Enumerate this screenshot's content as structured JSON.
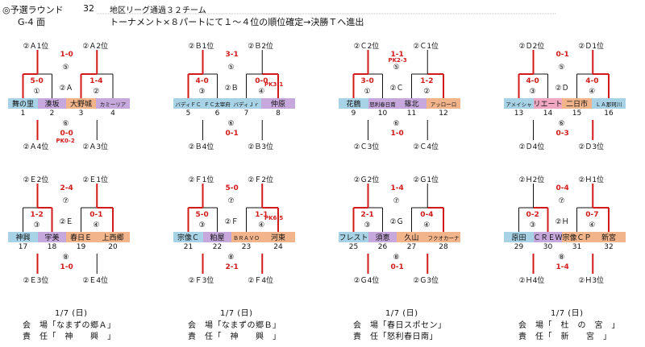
{
  "header": {
    "line1_a": "◎予選ラウンド",
    "line1_b": "32",
    "line1_c": "地区リーグ通過３２チーム",
    "line2_a": "G‑4 面",
    "line2_b": "トーナメント×８パートにて１～４位の順位確定→決勝Ｔへ進出"
  },
  "colors": {
    "line_black": "#111111",
    "line_red": "#d21a1a",
    "cell_blue": "#a8d3e6",
    "cell_purple": "#c6a8dc",
    "cell_orange": "#f2b48a",
    "cell_pink": "#f0a8c2",
    "cell_gray": "#cfcfcf"
  },
  "brackets": [
    {
      "top_left": "②Ａ1位",
      "top_right": "②Ａ2位",
      "bottom_left": "②Ａ4位",
      "bottom_right": "②Ａ3位",
      "center": "②Ａ",
      "m1": "①",
      "m1_score": "5-0",
      "m2": "②",
      "m2_score": "1-4",
      "m5": "⑤",
      "m5_score": "1-0",
      "m5_pk": "",
      "m6": "⑥",
      "m6_score": "0-0",
      "m6_pk": "PK0-2",
      "teams": [
        "舞の里",
        "湊坂",
        "大野城",
        "カミーリア"
      ],
      "numbers": [
        "1",
        "2",
        "3",
        "4"
      ]
    },
    {
      "top_left": "②Ｂ1位",
      "top_right": "②Ｂ2位",
      "bottom_left": "②Ｂ4位",
      "bottom_right": "②Ｂ3位",
      "center": "②Ｂ",
      "m1": "③",
      "m1_score": "4-0",
      "m2": "④",
      "m2_score": "0-0",
      "m2_pk": "PK3-1",
      "m5": "⑤",
      "m5_score": "3-1",
      "m5_pk": "",
      "m6": "⑥",
      "m6_score": "0-1",
      "m6_pk": "",
      "teams": [
        "バディＦＣ",
        "ＦＣ太宰府",
        "バディＪｒ",
        "仲原"
      ],
      "numbers": [
        "5",
        "6",
        "7",
        "8"
      ]
    },
    {
      "top_left": "②Ｃ2位",
      "top_right": "②Ｃ1位",
      "bottom_left": "②Ｃ3位",
      "bottom_right": "②Ｃ4位",
      "center": "②Ｃ",
      "m1": "①",
      "m1_score": "3-0",
      "m2": "②",
      "m2_score": "1-2",
      "m5": "⑤",
      "m5_score": "1-1",
      "m5_pk": "PK2-3",
      "m6": "⑥",
      "m6_score": "1-0",
      "m6_pk": "",
      "teams": [
        "花鶴",
        "怒利春日南",
        "篠北",
        "アッローロ"
      ],
      "numbers": [
        "9",
        "10",
        "11",
        "12"
      ]
    },
    {
      "top_left": "②Ｄ2位",
      "top_right": "②Ｄ1位",
      "bottom_left": "②Ｄ4位",
      "bottom_right": "②Ｄ3位",
      "center": "②Ｄ",
      "m1": "③",
      "m1_score": "4-0",
      "m2": "④",
      "m2_score": "4-0",
      "m5": "⑤",
      "m5_score": "0-1",
      "m5_pk": "",
      "m6": "⑥",
      "m6_score": "0-3",
      "m6_pk": "",
      "teams": [
        "アメイシャ",
        "リエート",
        "二日市",
        "ＬＡ那珂川"
      ],
      "numbers": [
        "13",
        "14",
        "15",
        "16"
      ]
    },
    {
      "top_left": "②Ｅ2位",
      "top_right": "②Ｅ1位",
      "bottom_left": "②Ｅ3位",
      "bottom_right": "②Ｅ4位",
      "center": "②Ｅ",
      "m1": "③",
      "m1_score": "1-2",
      "m2": "④",
      "m2_score": "0-1",
      "m5": "⑦",
      "m5_score": "2-4",
      "m5_pk": "",
      "m6": "⑧",
      "m6_score": "1-0",
      "m6_pk": "",
      "teams": [
        "神興",
        "宇美",
        "春日Ｅ",
        "上西郷"
      ],
      "numbers": [
        "17",
        "18",
        "19",
        "20"
      ]
    },
    {
      "top_left": "②Ｆ1位",
      "top_right": "②Ｆ2位",
      "bottom_left": "②Ｆ3位",
      "bottom_right": "②Ｆ4位",
      "center": "②Ｆ",
      "m1": "③",
      "m1_score": "5-0",
      "m2": "④",
      "m2_score": "1-1",
      "m2_pk": "PK6-5",
      "m5": "⑦",
      "m5_score": "5-0",
      "m5_pk": "",
      "m6": "⑧",
      "m6_score": "2-1",
      "m6_pk": "",
      "teams": [
        "宗像Ｃ",
        "粕屋",
        "ＢＲＡＶＯ",
        "河東"
      ],
      "numbers": [
        "21",
        "22",
        "23",
        "24"
      ]
    },
    {
      "top_left": "②Ｇ2位",
      "top_right": "②Ｇ1位",
      "bottom_left": "②Ｇ4位",
      "bottom_right": "②Ｇ3位",
      "center": "②Ｇ",
      "m1": "③",
      "m1_score": "2-1",
      "m2": "④",
      "m2_score": "0-4",
      "m5": "⑦",
      "m5_score": "1-4",
      "m5_pk": "",
      "m6": "⑧",
      "m6_score": "0-1",
      "m6_pk": "",
      "teams": [
        "フレスト",
        "須恵",
        "久山",
        "フクオカーナ"
      ],
      "numbers": [
        "25",
        "26",
        "27",
        "28"
      ]
    },
    {
      "top_left": "②Ｈ2位",
      "top_right": "②Ｈ1位",
      "bottom_left": "②Ｈ4位",
      "bottom_right": "②Ｈ3位",
      "center": "②Ｈ",
      "m1": "③",
      "m1_score": "0-2",
      "m2": "④",
      "m2_score": "0-7",
      "m5": "⑦",
      "m5_score": "0-4",
      "m5_pk": "",
      "m6": "⑧",
      "m6_score": "1-4",
      "m6_pk": "",
      "teams": [
        "原田",
        "ＣＲＥＷ",
        "宗像ＣＰ",
        "新宮"
      ],
      "numbers": [
        "29",
        "30",
        "31",
        "32"
      ]
    }
  ],
  "footers": [
    {
      "date": "1/7 (日)",
      "venue": "会　場「なまずの郷Ａ」",
      "manager": "責　任「　神　　興　」"
    },
    {
      "date": "1/7 (日)",
      "venue": "会　場「なまずの郷Ｂ」",
      "manager": "責　任「　神　　興　」"
    },
    {
      "date": "1/7 (日)",
      "venue": "会　場「春日スポセン」",
      "manager": "責　任「怒利春日南」"
    },
    {
      "date": "1/7 (日)",
      "venue": "会　場「　杜　の　宮　」",
      "manager": "責　任「　新　　宮　」"
    }
  ]
}
